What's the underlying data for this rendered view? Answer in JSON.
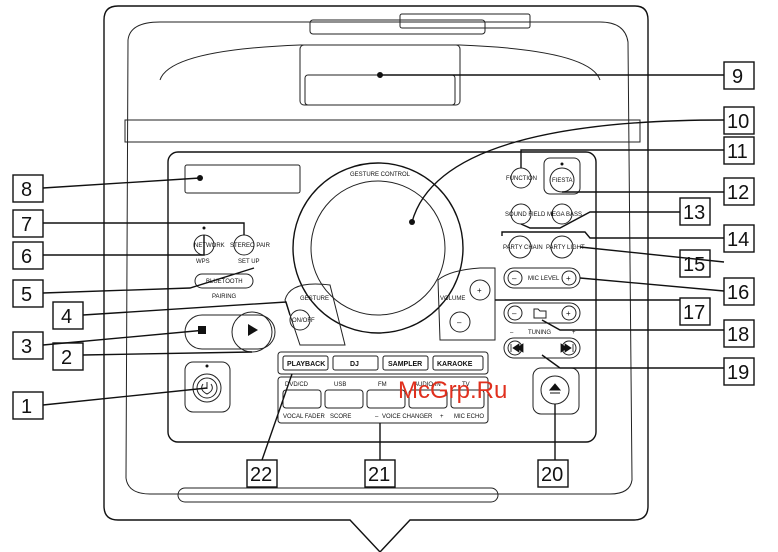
{
  "labels": {
    "gesture_control": "GESTURE CONTROL",
    "gesture": "GESTURE",
    "volume": "VOLUME",
    "function": "FUNCTION",
    "fiesta": "FIESTA",
    "sound_field": "SOUND FIELD",
    "mega_bass": "MEGA BASS",
    "party_chain": "PARTY CHAIN",
    "party_light": "PARTY LIGHT",
    "mic_level": "MIC LEVEL",
    "tuning": "TUNING",
    "network": "NETWORK",
    "wps": "WPS",
    "stereo_pair": "STEREO PAIR",
    "set_up": "SET UP",
    "bluetooth": "BLUETOOTH",
    "pairing": "PAIRING",
    "on_off": "ON/OFF",
    "playback": "PLAYBACK",
    "dj": "DJ",
    "sampler": "SAMPLER",
    "karaoke": "KARAOKE",
    "dvd_cd": "DVD/CD",
    "usb": "USB",
    "fm": "FM",
    "audio_in": "AUDIO IN",
    "tv": "TV",
    "vocal_fader": "VOCAL FADER",
    "score": "SCORE",
    "voice_changer": "VOICE CHANGER",
    "mic_echo": "MIC ECHO",
    "minus": "–",
    "plus": "+",
    "minus_plus": "–      +"
  },
  "callouts": [
    "1",
    "2",
    "3",
    "4",
    "5",
    "6",
    "7",
    "8",
    "9",
    "10",
    "11",
    "12",
    "13",
    "14",
    "15",
    "16",
    "17",
    "18",
    "19",
    "20",
    "21",
    "22"
  ],
  "watermark": "McGrp.Ru"
}
